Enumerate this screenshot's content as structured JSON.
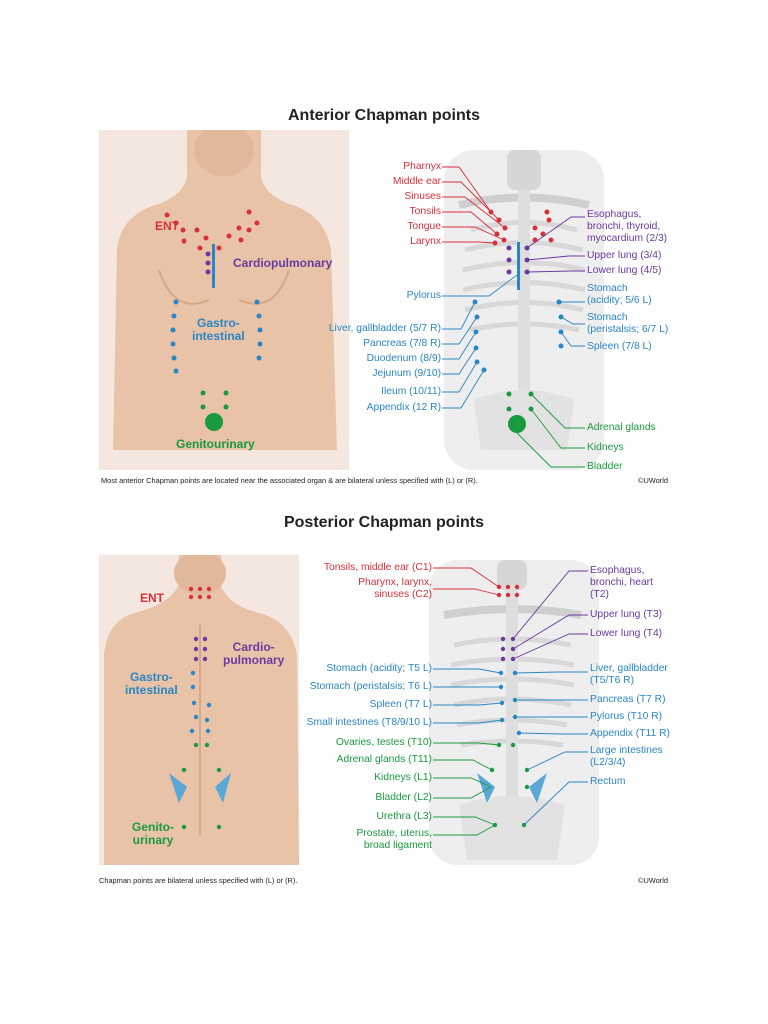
{
  "anterior": {
    "title": "Anterior Chapman points",
    "regions": {
      "ent": "ENT",
      "cardiopulmonary": "Cardiopulmonary",
      "gastro1": "Gastro-",
      "gastro2": "intestinal",
      "genitourinary": "Genitourinary"
    },
    "left_labels": [
      "Pharnyx",
      "Middle ear",
      "Sinuses",
      "Tonsils",
      "Tongue",
      "Larynx",
      "Pylorus",
      "Liver, gallbladder (5/7 R)",
      "Pancreas (7/8 R)",
      "Duodenum (8/9)",
      "Jejunum (9/10)",
      "Ileum (10/11)",
      "Appendix (12 R)"
    ],
    "right_labels": [
      "Esophagus,",
      "bronchi, thyroid,",
      "myocardium (2/3)",
      "Upper lung (3/4)",
      "Lower lung (4/5)",
      "Stomach",
      "(acidity; 5/6 L)",
      "Stomach",
      "(peristalsis; 6/7 L)",
      "Spleen (7/8 L)",
      "Adrenal glands",
      "Kidneys",
      "Bladder"
    ],
    "footnote": "Most anterior Chapman points are located near the associated organ & are bilateral unless specified with (L) or (R).",
    "copyright": "©UWorld"
  },
  "posterior": {
    "title": "Posterior Chapman points",
    "regions": {
      "ent": "ENT",
      "cardio1": "Cardio-",
      "cardio2": "pulmonary",
      "gastro1": "Gastro-",
      "gastro2": "intestinal",
      "genito1": "Genito-",
      "genito2": "urinary"
    },
    "left_labels": [
      "Tonsils, middle ear (C1)",
      "Pharynx, larynx,",
      "sinuses (C2)",
      "Stomach (acidity; T5 L)",
      "Stomach (peristalsis; T6 L)",
      "Spleen (T7 L)",
      "Small intestines (T8/9/10 L)",
      "Ovaries, testes (T10)",
      "Adrenal glands (T11)",
      "Kidneys (L1)",
      "Bladder (L2)",
      "Urethra (L3)",
      "Prostate, uterus,",
      "broad ligament"
    ],
    "right_labels": [
      "Esophagus,",
      "bronchi, heart",
      "(T2)",
      "Upper lung (T3)",
      "Lower lung (T4)",
      "Liver, gallbladder",
      "(T5/T6 R)",
      "Pancreas (T7 R)",
      "Pylorus (T10 R)",
      "Appendix (T11 R)",
      "Large intestines",
      "(L2/3/4)",
      "Rectum"
    ],
    "footnote": "Chapman points are bilateral unless specified with (L) or (R).",
    "copyright": "©UWorld"
  },
  "colors": {
    "red": "#d8303a",
    "purple": "#6a3aa0",
    "blue": "#2a86c4",
    "green": "#1a9a3e",
    "skin": "#e8c3aa",
    "bone": "#dcdcdc"
  }
}
